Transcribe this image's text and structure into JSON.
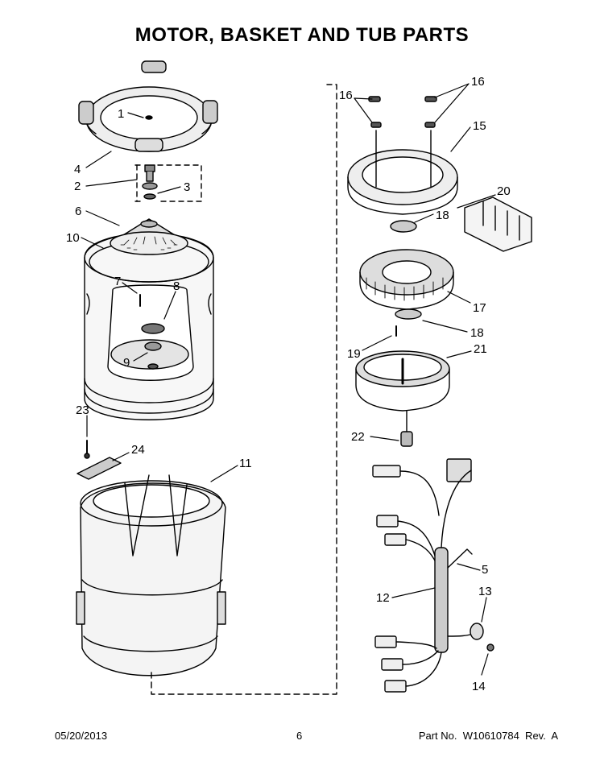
{
  "title": "MOTOR, BASKET AND TUB PARTS",
  "callouts": {
    "c1": "1",
    "c2": "2",
    "c3": "3",
    "c4": "4",
    "c5": "5",
    "c6": "6",
    "c7": "7",
    "c8": "8",
    "c9": "9",
    "c10": "10",
    "c11": "11",
    "c12": "12",
    "c13": "13",
    "c14": "14",
    "c15": "15",
    "c16a": "16",
    "c16b": "16",
    "c17": "17",
    "c18a": "18",
    "c18b": "18",
    "c19": "19",
    "c20": "20",
    "c21": "21",
    "c22": "22",
    "c23": "23",
    "c24": "24"
  },
  "footer": {
    "date": "05/20/2013",
    "page": "6",
    "part": "Part No.  W10610784  Rev.  A"
  }
}
